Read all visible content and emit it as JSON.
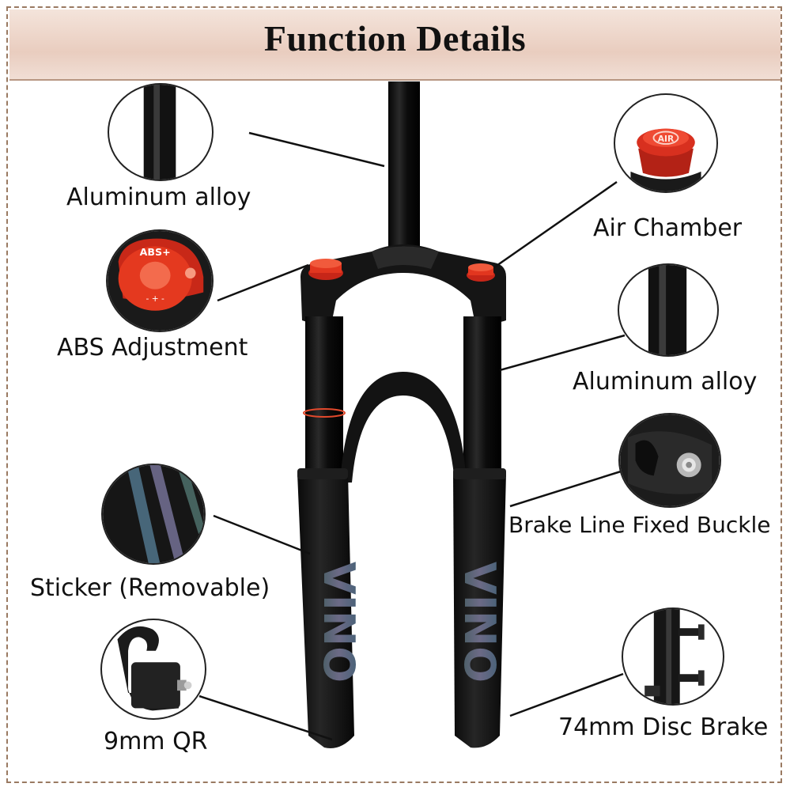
{
  "page": {
    "title": "Function Details"
  },
  "callouts": [
    {
      "id": "aluminum-alloy-steerer",
      "label": "Aluminum alloy",
      "icon": "steerer-tube-detail"
    },
    {
      "id": "air-chamber",
      "label": "Air Chamber",
      "icon": "air-cap-detail"
    },
    {
      "id": "abs-adjustment",
      "label": "ABS Adjustment",
      "icon": "abs-knob-detail"
    },
    {
      "id": "aluminum-alloy-stanchion",
      "label": "Aluminum alloy",
      "icon": "stanchion-detail"
    },
    {
      "id": "brake-line-buckle",
      "label": "Brake Line Fixed Buckle",
      "icon": "buckle-detail"
    },
    {
      "id": "sticker",
      "label": "Sticker (Removable)",
      "icon": "sticker-detail"
    },
    {
      "id": "qr",
      "label": "9mm QR",
      "icon": "dropout-detail"
    },
    {
      "id": "disc-brake",
      "label": "74mm Disc Brake",
      "icon": "disc-mount-detail"
    }
  ],
  "product": {
    "air_cap_text": "AIR",
    "abs_knob_text": "ABS+",
    "abs_knob_symbols": "- + -",
    "sticker_text": "VINO"
  },
  "colors": {
    "banner": "#e9cdbf",
    "frame": "#9a7a62",
    "fork_black": "#141414",
    "accent_red": "#d5281c"
  }
}
